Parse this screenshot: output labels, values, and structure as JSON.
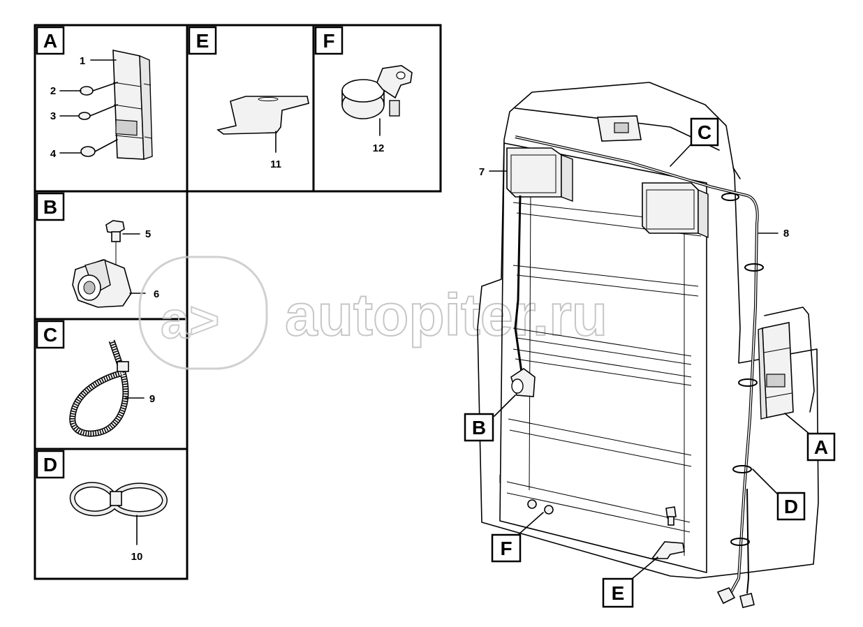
{
  "panels": [
    {
      "letter": "A",
      "parts": [
        "1",
        "2",
        "3",
        "4"
      ]
    },
    {
      "letter": "E",
      "parts": [
        "11"
      ]
    },
    {
      "letter": "F",
      "parts": [
        "12"
      ]
    },
    {
      "letter": "B",
      "parts": [
        "5",
        "6"
      ]
    },
    {
      "letter": "C",
      "parts": [
        "9"
      ]
    },
    {
      "letter": "D",
      "parts": [
        "10"
      ]
    }
  ],
  "main_view": {
    "part_labels": [
      "7",
      "8"
    ],
    "callouts": [
      "C",
      "B",
      "A",
      "D",
      "F",
      "E"
    ]
  },
  "watermark": "autopiter.ru",
  "colors": {
    "line": "#000000",
    "background": "#ffffff",
    "watermark": "#bdbdbd"
  }
}
